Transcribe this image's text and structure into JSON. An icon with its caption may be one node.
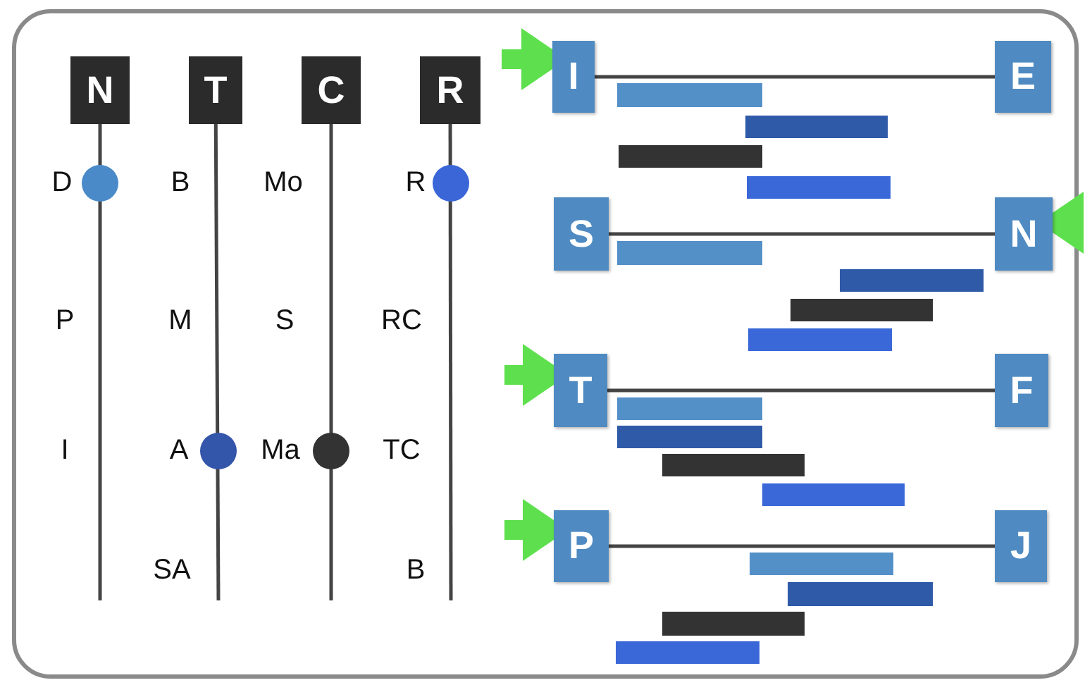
{
  "diagram": {
    "nodes": [
      {
        "text": [
          "N"
        ]
      },
      {
        "text": [
          "T"
        ]
      },
      {
        "text": [
          "C"
        ]
      },
      {
        "text": [
          "R"
        ]
      },
      {
        "text": [
          "I"
        ]
      },
      {
        "text": [
          "E"
        ]
      },
      {
        "text": [
          "S"
        ]
      },
      {
        "text": [
          "N"
        ]
      },
      {
        "text": [
          "T"
        ]
      },
      {
        "text": [
          "F"
        ]
      },
      {
        "text": [
          "P"
        ]
      },
      {
        "text": [
          "J"
        ]
      },
      {
        "text": [],
        "shape": "bar"
      },
      {
        "text": [],
        "shape": "bar"
      },
      {
        "text": [],
        "shape": "bar"
      },
      {
        "text": [],
        "shape": "bar"
      },
      {
        "text": [],
        "shape": "bar"
      },
      {
        "text": [],
        "shape": "bar"
      },
      {
        "text": [],
        "shape": "bar"
      },
      {
        "text": [],
        "shape": "bar"
      },
      {
        "text": [],
        "shape": "bar"
      },
      {
        "text": [],
        "shape": "bar"
      },
      {
        "text": [],
        "shape": "bar"
      },
      {
        "text": [],
        "shape": "bar"
      },
      {
        "text": [],
        "shape": "bar"
      },
      {
        "text": [],
        "shape": "bar"
      },
      {
        "text": [],
        "shape": "bar"
      },
      {
        "text": [],
        "shape": "bar"
      }
    ],
    "edges": [
      {
        "from": 0,
        "to": null,
        "arrow": "none"
      },
      {
        "from": 1,
        "to": null,
        "arrow": "none"
      },
      {
        "from": 2,
        "to": null,
        "arrow": "none"
      },
      {
        "from": 3,
        "to": null,
        "arrow": "none"
      },
      {
        "from": 4,
        "to": 5,
        "arrow": "none"
      },
      {
        "from": 6,
        "to": 7,
        "arrow": "none"
      },
      {
        "from": 8,
        "to": 9,
        "arrow": "none"
      },
      {
        "from": 10,
        "to": 11,
        "arrow": "none"
      },
      {
        "from": null,
        "to": 4,
        "arrow": "to",
        "style": "thick",
        "color": "#5ee04e"
      },
      {
        "from": null,
        "to": 7,
        "arrow": "to",
        "style": "thick",
        "color": "#5ee04e"
      },
      {
        "from": null,
        "to": 8,
        "arrow": "to",
        "style": "thick",
        "color": "#5ee04e"
      },
      {
        "from": null,
        "to": 10,
        "arrow": "to",
        "style": "thick",
        "color": "#5ee04e"
      }
    ],
    "labels": [
      "D",
      "B",
      "Mo",
      "R",
      "P",
      "M",
      "S",
      "RC",
      "I",
      "A",
      "Ma",
      "TC",
      "SA",
      "B"
    ]
  }
}
